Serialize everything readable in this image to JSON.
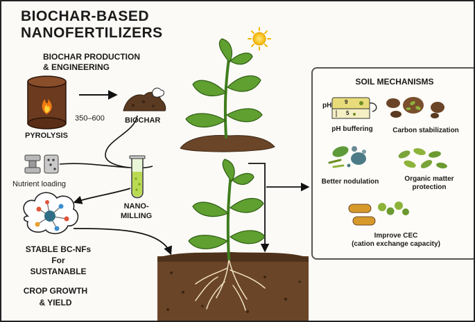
{
  "title_line1": "BIOCHAR-BASED",
  "title_line2": "NANOFERTILIZERS",
  "subtitle_line1": "BIOCHAR PRODUCTION",
  "subtitle_line2": "& ENGINEERING",
  "pyrolysis": "PYROLYSIS",
  "temperature": "350–600",
  "biochar": "BIOCHAR",
  "nutrient_loading": "Nutrient loading",
  "nano_line1": "NANO-",
  "nano_line2": "MILLING",
  "stable_line1": "STABLE BC-NFs",
  "stable_line2": "For",
  "stable_line3": "SUSTANABLE",
  "crop_line1": "CROP GROWTH",
  "crop_line2": "& YIELD",
  "soil": {
    "heading": "SOIL MECHANISMS",
    "ph_label": "pH",
    "ph_high": "9",
    "ph_low": "5",
    "ph_buffering": "pH buffering",
    "carbon": "Carbon stabilization",
    "nodulation": "Better nodulation",
    "organic_line1": "Organic matter",
    "organic_line2": "protection",
    "cec_line1": "Improve CEC",
    "cec_line2": "(cation exchange capacity)"
  }
}
